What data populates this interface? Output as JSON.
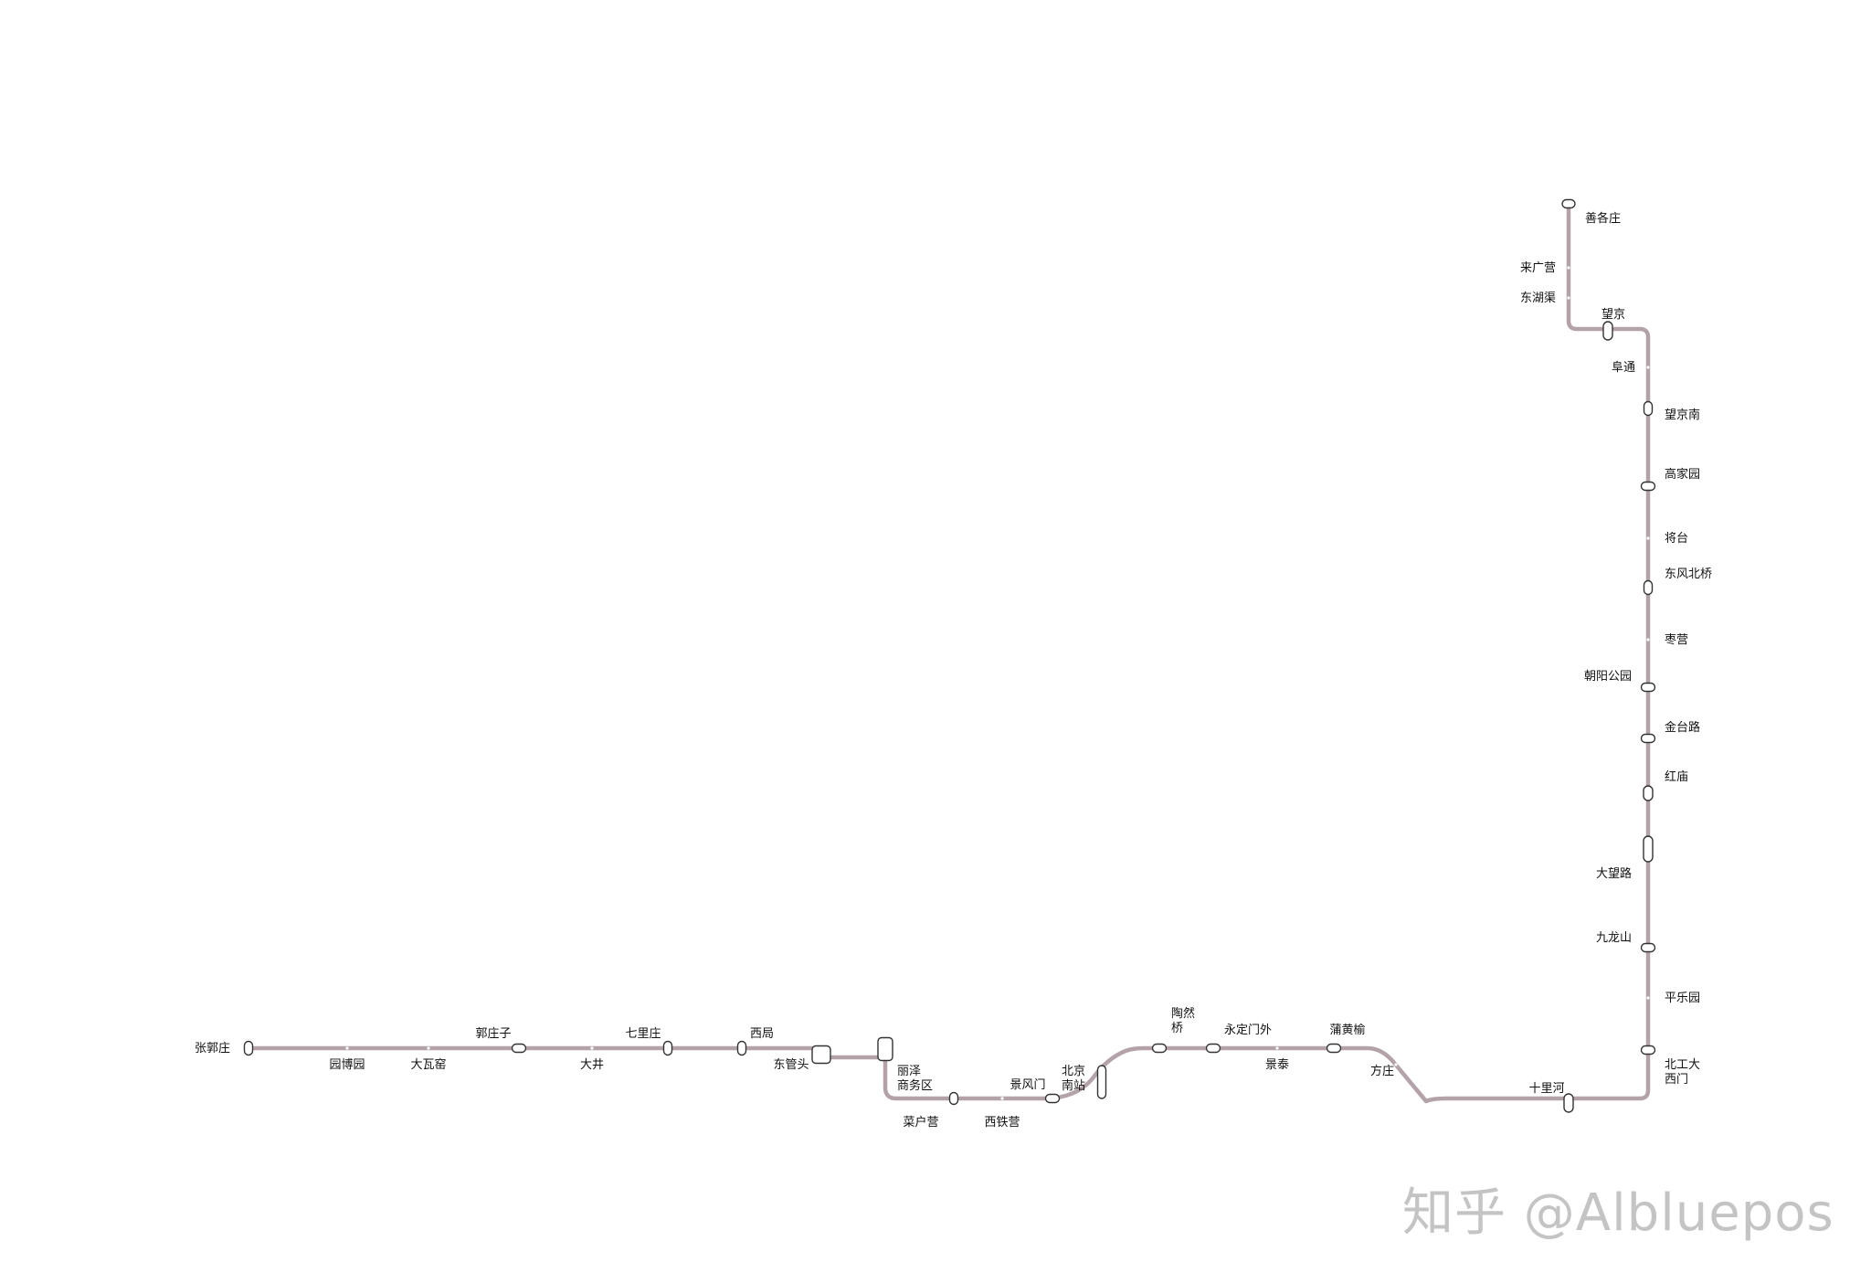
{
  "line": {
    "color": "#b3a2a9"
  },
  "stations": [
    {
      "id": "zhangguozhuang",
      "name": "张郭庄",
      "interchange": true
    },
    {
      "id": "yuanboyuan",
      "name": "园博园",
      "interchange": false
    },
    {
      "id": "dawayao",
      "name": "大瓦窑",
      "interchange": false
    },
    {
      "id": "guozhuangzi",
      "name": "郭庄子",
      "interchange": true
    },
    {
      "id": "dajing",
      "name": "大井",
      "interchange": false
    },
    {
      "id": "qilizhuang",
      "name": "七里庄",
      "interchange": true
    },
    {
      "id": "xiju",
      "name": "西局",
      "interchange": true
    },
    {
      "id": "dongguantou",
      "name": "东管头",
      "interchange": true
    },
    {
      "id": "lize",
      "name": "丽泽\n商务区",
      "interchange": true
    },
    {
      "id": "caihuying",
      "name": "菜户营",
      "interchange": true
    },
    {
      "id": "xitieying",
      "name": "西铁营",
      "interchange": false
    },
    {
      "id": "jingfengmen",
      "name": "景风门",
      "interchange": true
    },
    {
      "id": "beijingnan",
      "name": "北京\n南站",
      "interchange": true
    },
    {
      "id": "taoranqiao",
      "name": "陶然\n桥",
      "interchange": true
    },
    {
      "id": "yongdingmenwai",
      "name": "永定门外",
      "interchange": true
    },
    {
      "id": "jingtai",
      "name": "景泰",
      "interchange": false
    },
    {
      "id": "puhuangyu",
      "name": "蒲黄榆",
      "interchange": true
    },
    {
      "id": "fangzhuang",
      "name": "方庄",
      "interchange": false
    },
    {
      "id": "shilihe",
      "name": "十里河",
      "interchange": true
    },
    {
      "id": "beigongdaximen",
      "name": "北工大\n西门",
      "interchange": true
    },
    {
      "id": "pingleyuan",
      "name": "平乐园",
      "interchange": false
    },
    {
      "id": "jiulongshan",
      "name": "九龙山",
      "interchange": true
    },
    {
      "id": "dawanglu",
      "name": "大望路",
      "interchange": true
    },
    {
      "id": "hongmiao",
      "name": "红庙",
      "interchange": true
    },
    {
      "id": "jintailu",
      "name": "金台路",
      "interchange": true
    },
    {
      "id": "chaoyanggongyuan",
      "name": "朝阳公园",
      "interchange": true
    },
    {
      "id": "zaoying",
      "name": "枣营",
      "interchange": false
    },
    {
      "id": "dongfengbeiqiao",
      "name": "东风北桥",
      "interchange": true
    },
    {
      "id": "jiangtai",
      "name": "将台",
      "interchange": false
    },
    {
      "id": "gaojiayuan",
      "name": "高家园",
      "interchange": true
    },
    {
      "id": "wangjingnan",
      "name": "望京南",
      "interchange": true
    },
    {
      "id": "futong",
      "name": "阜通",
      "interchange": false
    },
    {
      "id": "wangjing",
      "name": "望京",
      "interchange": true
    },
    {
      "id": "donghuqu",
      "name": "东湖渠",
      "interchange": false
    },
    {
      "id": "laiguangying",
      "name": "来广营",
      "interchange": false
    },
    {
      "id": "shangezhuang",
      "name": "善各庄",
      "interchange": true
    }
  ],
  "watermark": {
    "text": "知乎 @Albluepos"
  }
}
